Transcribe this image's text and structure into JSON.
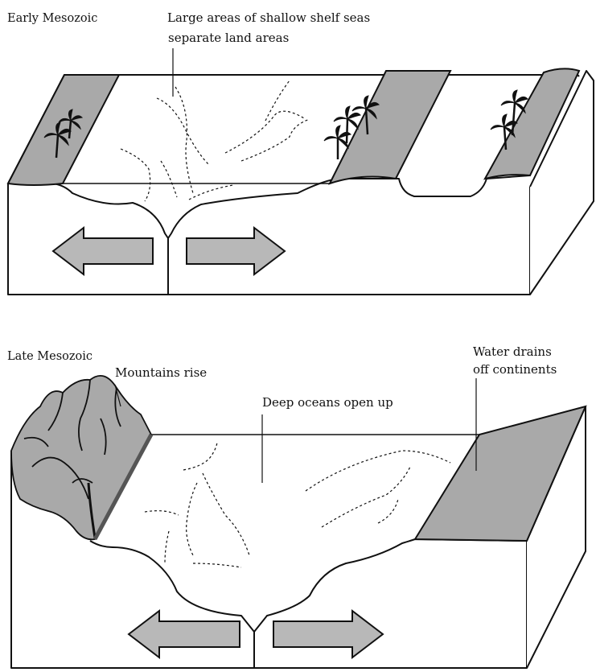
{
  "panels": {
    "early": {
      "title": "Early Mesozoic",
      "annotation_line1": "Large areas of shallow shelf seas",
      "annotation_line2": "separate land areas"
    },
    "late": {
      "title": "Late Mesozoic",
      "mountains_label": "Mountains rise",
      "oceans_label": "Deep oceans open up",
      "drain_line1": "Water drains",
      "drain_line2": "off continents"
    }
  },
  "colors": {
    "land": "#a9a9a9",
    "arrow": "#b8b8b8",
    "line": "#111111",
    "background": "#ffffff"
  },
  "icons": [
    "palm-tree-icon",
    "mountain-range-icon",
    "left-arrow-icon",
    "right-arrow-icon"
  ]
}
